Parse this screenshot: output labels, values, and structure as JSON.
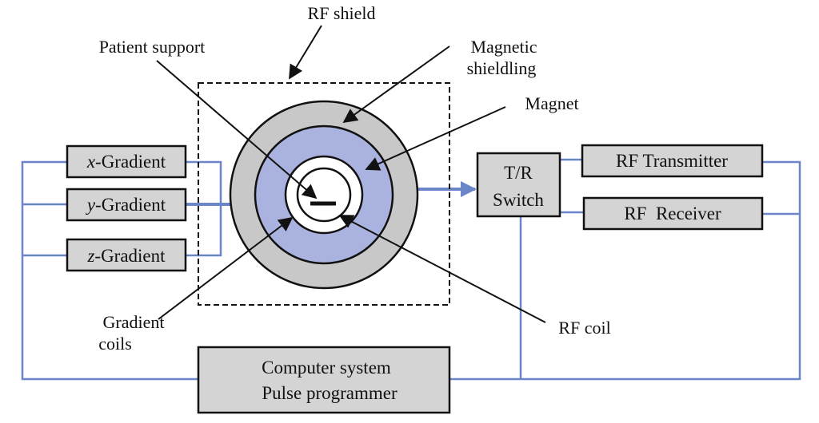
{
  "colors": {
    "wire": "#6a86c8",
    "box_fill": "#d4d4d4",
    "outer_ring": "#c8c8c8",
    "inner_ring": "#aab3df",
    "stroke": "#111111"
  },
  "labels": {
    "rf_shield": "RF shield",
    "patient_support": "Patient support",
    "magnetic_shielding_line1": "Magnetic",
    "magnetic_shielding_line2": "shieldling",
    "magnet": "Magnet",
    "gradient_coils_line1": "Gradient",
    "gradient_coils_line2": "coils",
    "rf_coil": "RF coil"
  },
  "boxes": {
    "x_gradient": {
      "var": "x",
      "suffix": "-Gradient"
    },
    "y_gradient": {
      "var": "y",
      "suffix": "-Gradient"
    },
    "z_gradient": {
      "var": "z",
      "suffix": "-Gradient"
    },
    "tr_switch": {
      "line1": "T/R",
      "line2": "Switch"
    },
    "rf_transmitter": "RF Transmitter",
    "rf_receiver": "RF  Receiver",
    "computer": {
      "line1": "Computer system",
      "line2": "Pulse programmer"
    }
  }
}
